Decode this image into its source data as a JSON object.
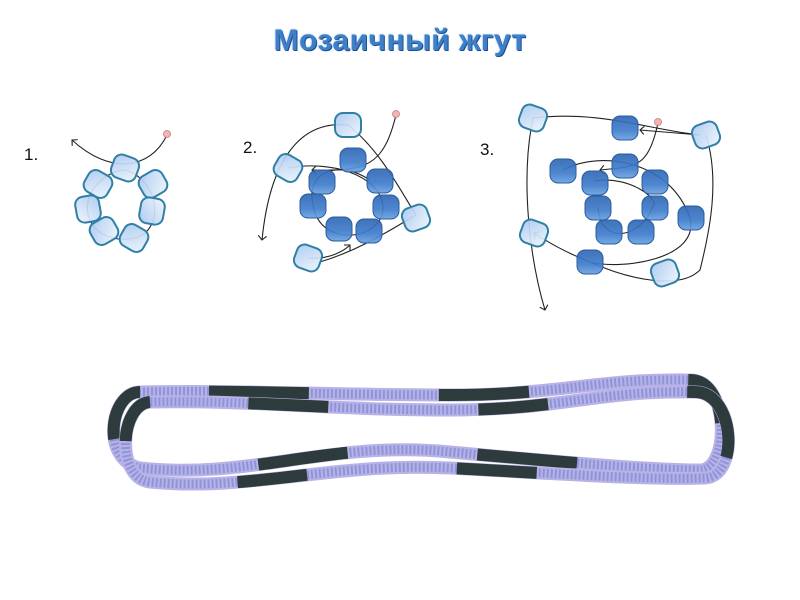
{
  "title": "Мозаичный жгут",
  "steps": [
    {
      "label": "1."
    },
    {
      "label": "2."
    },
    {
      "label": "3."
    }
  ],
  "colors": {
    "title": "#3f7fc8",
    "bead_light": "#cfe1f7",
    "bead_dark": "#3b73c0",
    "bead_outline": "#2f7fa6",
    "thread_start": "#f1a9a9",
    "necklace_light": "#9aa0e2",
    "necklace_dark": "#2e3b3c"
  }
}
